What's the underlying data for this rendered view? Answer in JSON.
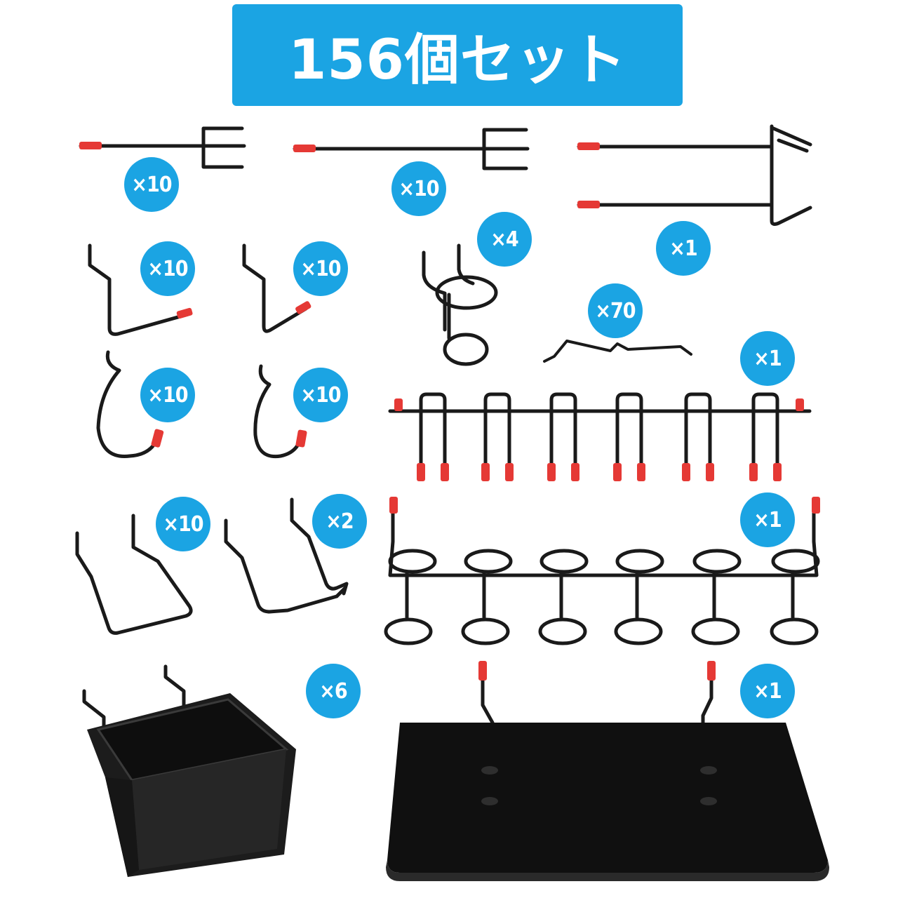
{
  "title": "156個セット",
  "colors": {
    "accent": "#1ba4e3",
    "wire": "#1a1a1a",
    "tip": "#e53935"
  },
  "items": [
    {
      "id": "fork-short",
      "qty": "×10"
    },
    {
      "id": "fork-long",
      "qty": "×10"
    },
    {
      "id": "double-rod",
      "qty": "×1"
    },
    {
      "id": "ring-holder-small",
      "qty": "×4"
    },
    {
      "id": "l-hook-a",
      "qty": "×10"
    },
    {
      "id": "l-hook-b",
      "qty": "×10"
    },
    {
      "id": "lock-clip",
      "qty": "×70"
    },
    {
      "id": "j-hook-a",
      "qty": "×10"
    },
    {
      "id": "j-hook-b",
      "qty": "×10"
    },
    {
      "id": "multi-hook-rack",
      "qty": "×1"
    },
    {
      "id": "bent-hook",
      "qty": "×10"
    },
    {
      "id": "zigzag-hook",
      "qty": "×2"
    },
    {
      "id": "ring-rack",
      "qty": "×1"
    },
    {
      "id": "bin",
      "qty": "×6"
    },
    {
      "id": "shelf",
      "qty": "×1"
    }
  ]
}
